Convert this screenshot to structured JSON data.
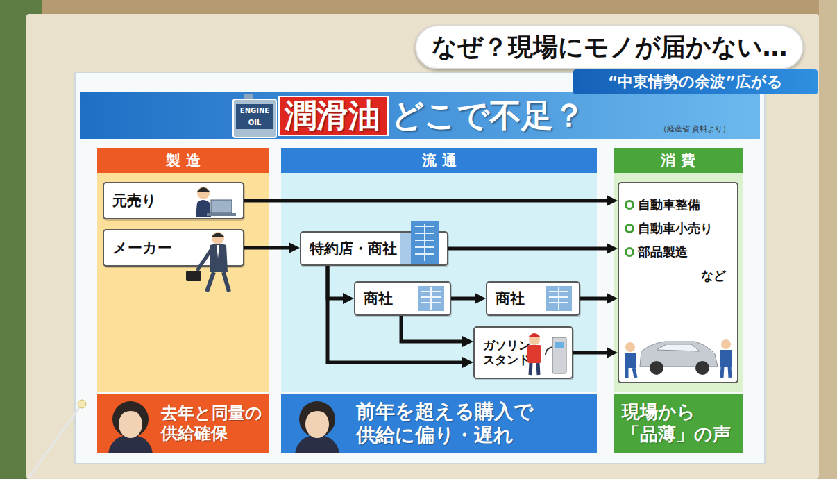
{
  "diagram": {
    "title": "潤滑油 どこで不足？",
    "nodes": [
      {
        "text": [
          "製造"
        ]
      },
      {
        "text": [
          "元売り"
        ],
        "in": 0
      },
      {
        "text": [
          "メーカー"
        ],
        "in": 0
      },
      {
        "text": [
          "流通"
        ]
      },
      {
        "text": [
          "特約店・商社"
        ],
        "in": 3
      },
      {
        "text": [
          "商社"
        ],
        "in": 3
      },
      {
        "text": [
          "商社"
        ],
        "in": 3
      },
      {
        "text": [
          "ガソリンスタンド"
        ],
        "in": 3
      },
      {
        "text": [
          "消費"
        ]
      },
      {
        "text": [
          "自動車整備",
          "自動車小売り",
          "部品製造",
          "など"
        ],
        "in": 8
      },
      {
        "text": [
          "去年と同量の 供給確保"
        ]
      },
      {
        "text": [
          "前年を超える購入で 供給に偏り・遅れ"
        ]
      },
      {
        "text": [
          "現場から 「品薄」の声"
        ]
      }
    ],
    "edges": [
      {
        "from": 1,
        "to": 9,
        "arrow": "to"
      },
      {
        "from": 2,
        "to": 4,
        "arrow": "to"
      },
      {
        "from": 4,
        "to": 9,
        "arrow": "to"
      },
      {
        "from": 4,
        "to": 5,
        "arrow": "to"
      },
      {
        "from": 5,
        "to": 6,
        "arrow": "to"
      },
      {
        "from": 6,
        "to": 9,
        "arrow": "to"
      },
      {
        "from": 5,
        "to": 7,
        "arrow": "to"
      },
      {
        "from": 4,
        "to": 7,
        "arrow": "to"
      },
      {
        "from": 7,
        "to": 9,
        "arrow": "to"
      }
    ],
    "labels": [
      "なぜ？現場にモノが届かない…",
      "“中東情勢の余波”広がる",
      "ENGINE",
      "OIL",
      "（経産省 資料より）"
    ]
  }
}
